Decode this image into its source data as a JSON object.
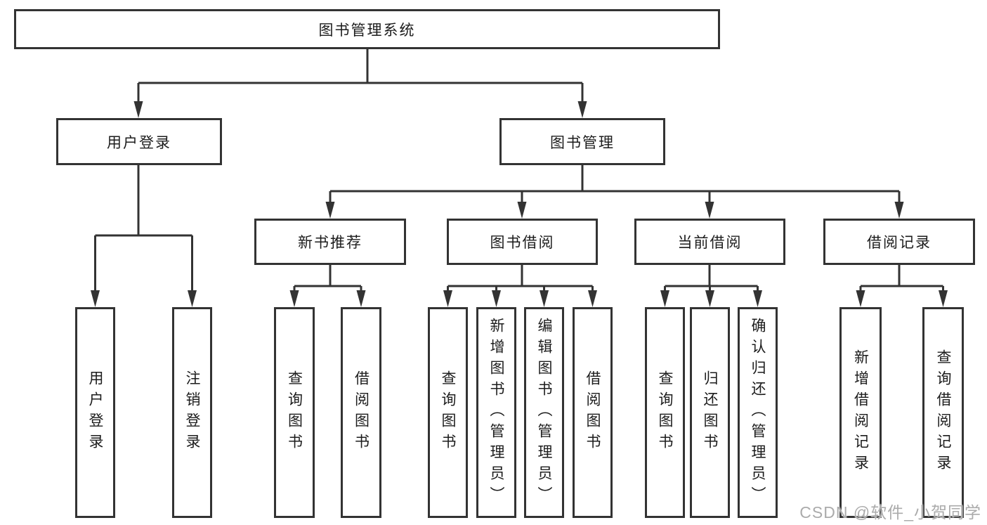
{
  "tree": {
    "root": "图书管理系统",
    "branches": [
      {
        "label": "用户登录",
        "children": [
          "用户登录",
          "注销登录"
        ]
      },
      {
        "label": "图书管理",
        "groups": [
          {
            "label": "新书推荐",
            "children": [
              "查询图书",
              "借阅图书"
            ]
          },
          {
            "label": "图书借阅",
            "children": [
              "查询图书",
              "新增图书（管理员）",
              "编辑图书（管理员）",
              "借阅图书"
            ]
          },
          {
            "label": "当前借阅",
            "children": [
              "查询图书",
              "归还图书",
              "确认归还（管理员）"
            ]
          },
          {
            "label": "借阅记录",
            "children": [
              "新增借阅记录",
              "查询借阅记录"
            ]
          }
        ]
      }
    ]
  },
  "watermark": {
    "text": "CSDN @软件_小贺同学"
  },
  "colors": {
    "line": "#333333",
    "text": "#1c1c1c",
    "background": "#ffffff",
    "watermark": "#ababab"
  }
}
